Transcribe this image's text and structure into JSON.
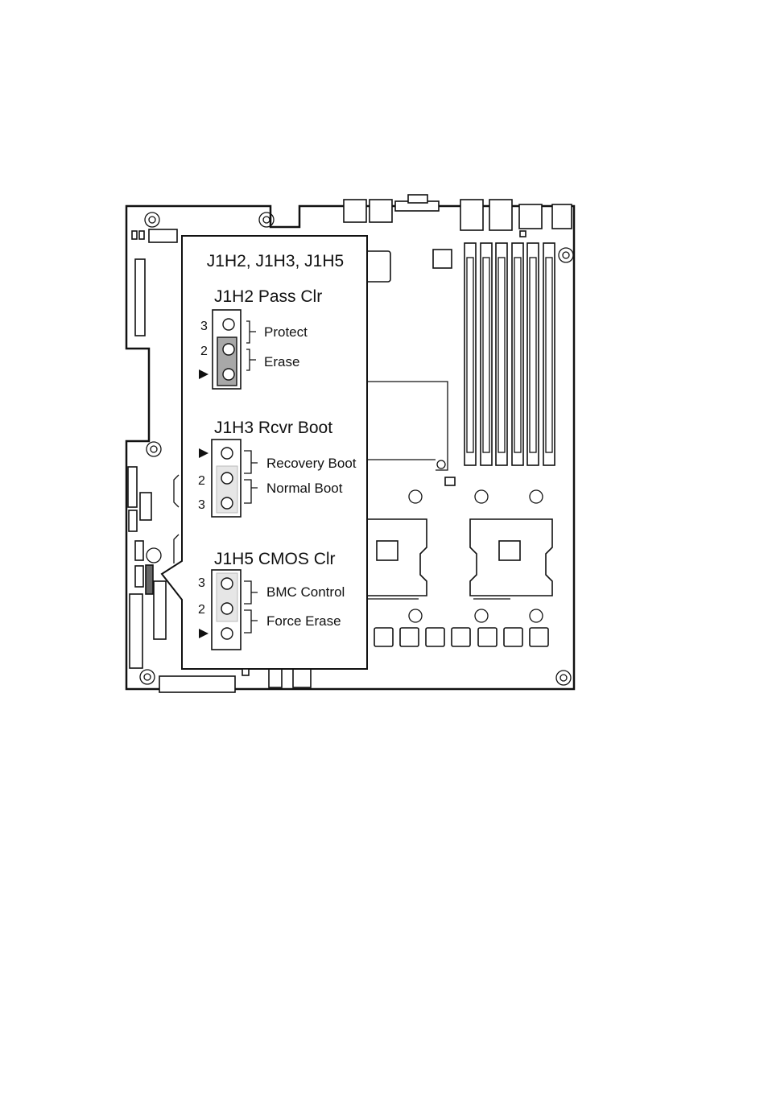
{
  "callout": {
    "title": "J1H2, J1H3, J1H5",
    "groups": [
      {
        "name": "J1H2 Pass Clr",
        "pin_numbers": [
          "3",
          "2"
        ],
        "pin1_marker": "arrow",
        "settings": [
          "Protect",
          "Erase"
        ],
        "jumper_position": "lower",
        "jumper_shade": "#a8a8a8"
      },
      {
        "name": "J1H3 Rcvr Boot",
        "pin_numbers": [
          "2",
          "3"
        ],
        "pin1_marker": "arrow",
        "settings": [
          "Recovery Boot",
          "Normal Boot"
        ],
        "jumper_position": "lower",
        "jumper_shade": "#e6e6e6"
      },
      {
        "name": "J1H5 CMOS Clr",
        "pin_numbers": [
          "3",
          "2"
        ],
        "pin1_marker": "arrow",
        "settings": [
          "BMC Control",
          "Force Erase"
        ],
        "jumper_position": "upper",
        "jumper_shade": "#e6e6e6"
      }
    ]
  },
  "colors": {
    "ink": "#111111",
    "board": "#ffffff"
  }
}
